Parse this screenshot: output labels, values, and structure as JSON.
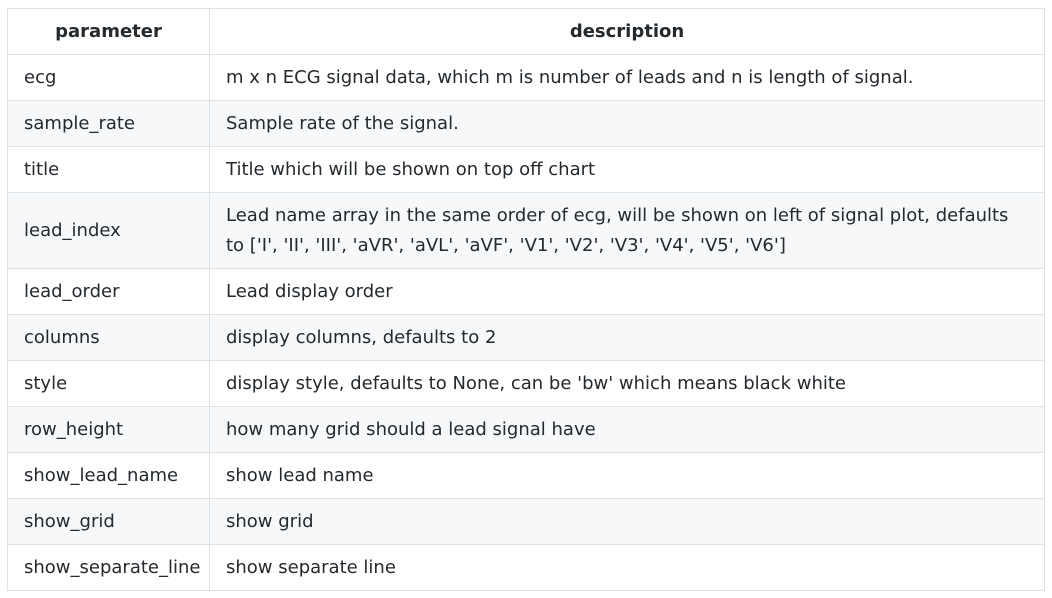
{
  "table": {
    "headers": {
      "parameter": "parameter",
      "description": "description"
    },
    "rows": [
      {
        "parameter": "ecg",
        "description": "m x n ECG signal data, which m is number of leads and n is length of signal."
      },
      {
        "parameter": "sample_rate",
        "description": "Sample rate of the signal."
      },
      {
        "parameter": "title",
        "description": "Title which will be shown on top off chart"
      },
      {
        "parameter": "lead_index",
        "description": "Lead name array in the same order of ecg, will be shown on left of signal plot, defaults to ['I', 'II', 'III', 'aVR', 'aVL', 'aVF', 'V1', 'V2', 'V3', 'V4', 'V5', 'V6']"
      },
      {
        "parameter": "lead_order",
        "description": "Lead display order"
      },
      {
        "parameter": "columns",
        "description": "display columns, defaults to 2"
      },
      {
        "parameter": "style",
        "description": "display style, defaults to None, can be 'bw' which means black white"
      },
      {
        "parameter": "row_height",
        "description": "how many grid should a lead signal have"
      },
      {
        "parameter": "show_lead_name",
        "description": "show lead name"
      },
      {
        "parameter": "show_grid",
        "description": "show grid"
      },
      {
        "parameter": "show_separate_line",
        "description": "show separate line"
      }
    ]
  }
}
